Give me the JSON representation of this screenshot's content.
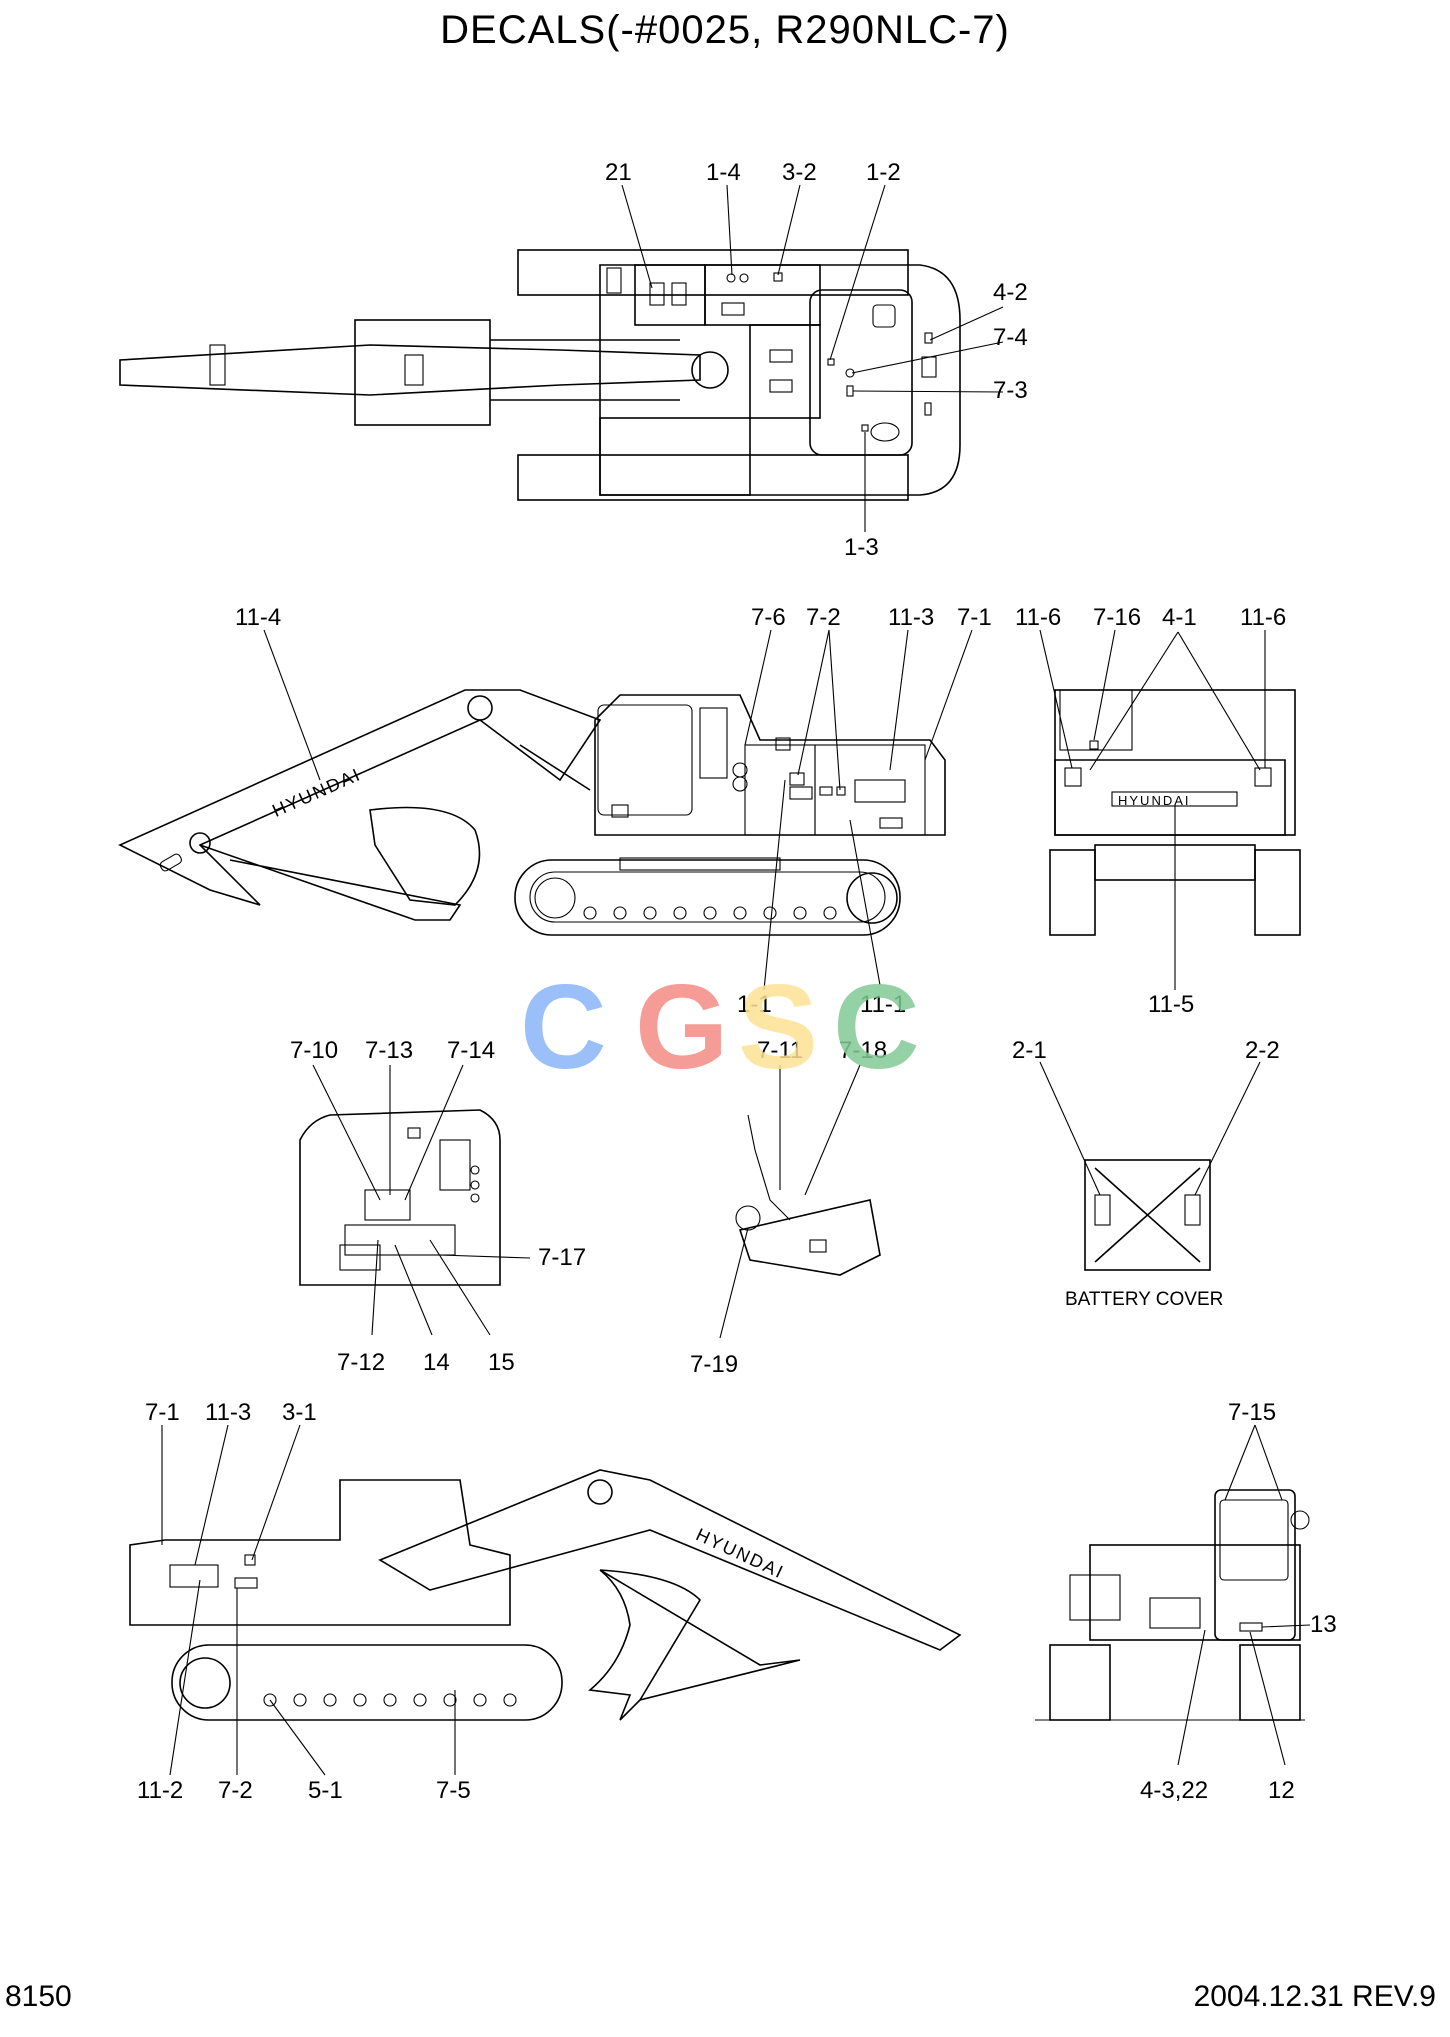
{
  "title": "DECALS(-#0025, R290NLC-7)",
  "page_number": "8150",
  "revision": "2004.12.31 REV.9",
  "watermark_text": "CGSC",
  "battery_cover_caption": "BATTERY COVER",
  "brand_decal_text": "HYUNDAI",
  "callouts": {
    "top_21": "21",
    "top_1_4": "1-4",
    "top_3_2": "3-2",
    "top_1_2": "1-2",
    "top_4_2": "4-2",
    "top_7_4": "7-4",
    "top_7_3": "7-3",
    "top_1_3": "1-3",
    "side_11_4": "11-4",
    "side_7_6": "7-6",
    "side_7_2": "7-2",
    "side_11_3": "11-3",
    "side_7_1": "7-1",
    "side_1_1": "1-1",
    "side_11_1": "11-1",
    "rear_11_6a": "11-6",
    "rear_7_16": "7-16",
    "rear_4_1": "4-1",
    "rear_11_6b": "11-6",
    "rear_11_5": "11-5",
    "cab_7_10": "7-10",
    "cab_7_13": "7-13",
    "cab_7_14": "7-14",
    "cab_7_17": "7-17",
    "cab_7_12": "7-12",
    "cab_14": "14",
    "cab_15": "15",
    "lever_7_11": "7-11",
    "lever_7_18": "7-18",
    "lever_7_19": "7-19",
    "bat_2_1": "2-1",
    "bat_2_2": "2-2",
    "right_7_1": "7-1",
    "right_11_3": "11-3",
    "right_3_1": "3-1",
    "right_11_2": "11-2",
    "right_7_2": "7-2",
    "right_5_1": "5-1",
    "right_7_5": "7-5",
    "front_7_15": "7-15",
    "front_13": "13",
    "front_4_3_22": "4-3,22",
    "front_12": "12"
  },
  "colors": {
    "watermark_c1": "#8ab4f8",
    "watermark_g": "#f28b82",
    "watermark_s": "#fde293",
    "watermark_c2": "#81c995"
  }
}
